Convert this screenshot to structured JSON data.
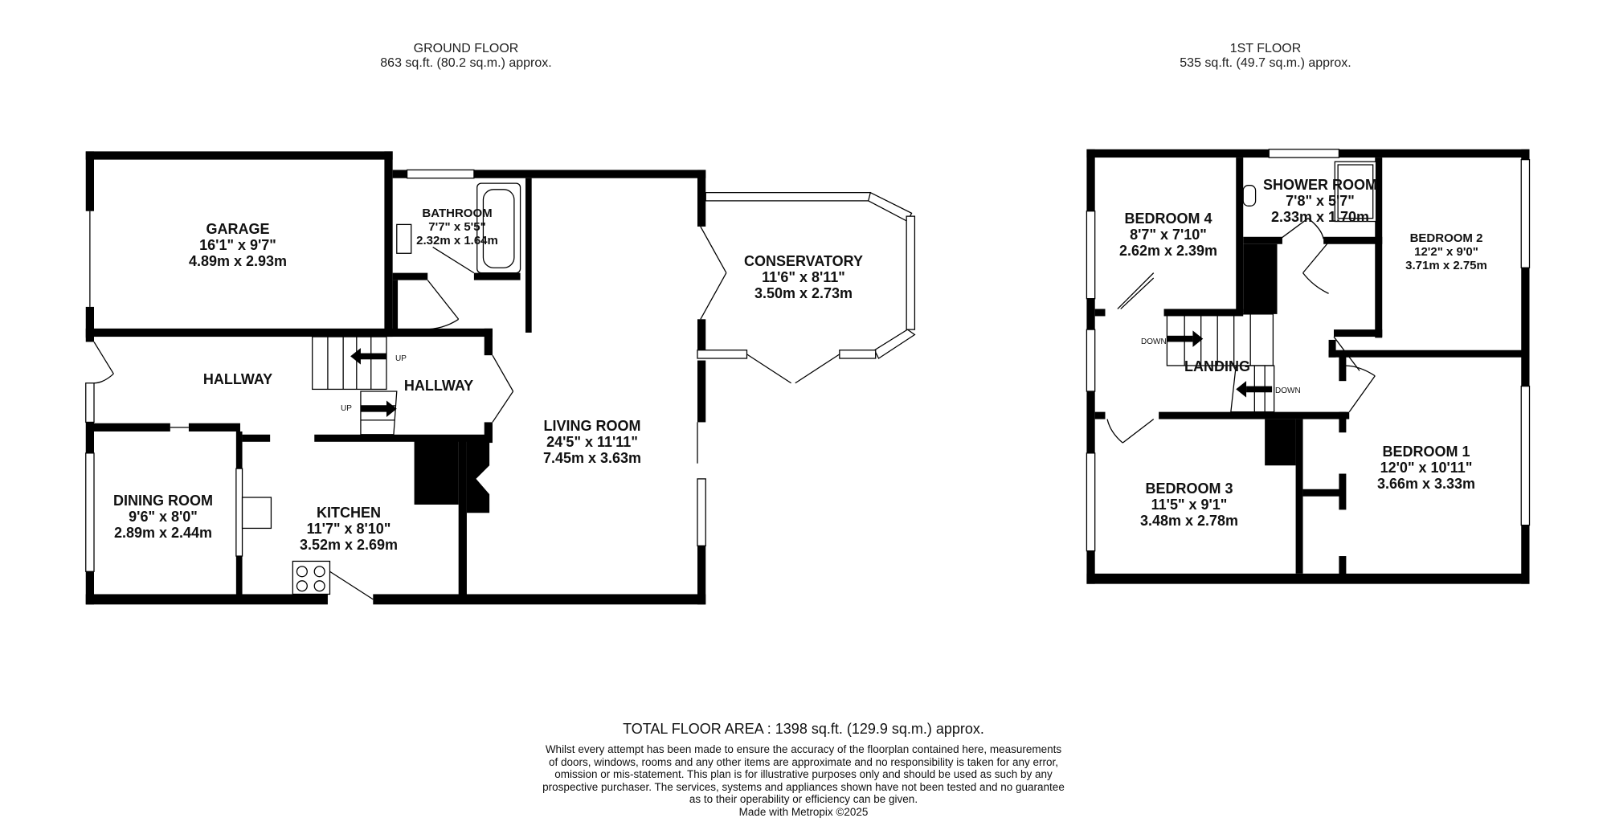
{
  "ground_floor": {
    "title": "GROUND FLOOR",
    "area": "863 sq.ft. (80.2 sq.m.) approx.",
    "rooms": [
      {
        "name": "GARAGE",
        "imperial": "16'1\"  x 9'7\"",
        "metric": "4.89m  x 2.93m"
      },
      {
        "name": "BATHROOM",
        "imperial": "7'7\"  x 5'5\"",
        "metric": "2.32m  x 1.64m"
      },
      {
        "name": "CONSERVATORY",
        "imperial": "11'6\"  x 8'11\"",
        "metric": "3.50m  x 2.73m"
      },
      {
        "name": "HALLWAY"
      },
      {
        "name": "HALLWAY"
      },
      {
        "name": "LIVING ROOM",
        "imperial": "24'5\"  x 11'11\"",
        "metric": "7.45m  x 3.63m"
      },
      {
        "name": "DINING ROOM",
        "imperial": "9'6\"  x 8'0\"",
        "metric": "2.89m  x 2.44m"
      },
      {
        "name": "KITCHEN",
        "imperial": "11'7\"  x 8'10\"",
        "metric": "3.52m  x 2.69m"
      }
    ],
    "stair_labels": [
      "UP",
      "UP"
    ]
  },
  "first_floor": {
    "title": "1ST FLOOR",
    "area": "535 sq.ft. (49.7 sq.m.) approx.",
    "rooms": [
      {
        "name": "BEDROOM 4",
        "imperial": "8'7\"  x 7'10\"",
        "metric": "2.62m  x 2.39m"
      },
      {
        "name": "SHOWER ROOM",
        "imperial": "7'8\"  x 5'7\"",
        "metric": "2.33m  x 1.70m"
      },
      {
        "name": "BEDROOM 2",
        "imperial": "12'2\"  x 9'0\"",
        "metric": "3.71m  x 2.75m"
      },
      {
        "name": "LANDING"
      },
      {
        "name": "BEDROOM 3",
        "imperial": "11'5\"  x 9'1\"",
        "metric": "3.48m  x 2.78m"
      },
      {
        "name": "BEDROOM 1",
        "imperial": "12'0\"  x 10'11\"",
        "metric": "3.66m  x 3.33m"
      }
    ],
    "stair_labels": [
      "DOWN",
      "DOWN"
    ]
  },
  "footer": {
    "total": "TOTAL FLOOR AREA : 1398 sq.ft. (129.9 sq.m.) approx.",
    "disclaimer": [
      "Whilst every attempt has been made to ensure the accuracy of the floorplan contained here, measurements",
      "of doors, windows, rooms and any other items are approximate and no responsibility is taken for any error,",
      "omission or mis-statement. This plan is for illustrative purposes only and should be used as such by any",
      "prospective purchaser. The services, systems and appliances shown have not been tested and no guarantee",
      "as to their operability or efficiency can be given."
    ],
    "credit": "Made with Metropix ©2025"
  },
  "colors": {
    "wall": "#000000",
    "window": "#ffffff",
    "background": "#ffffff"
  }
}
